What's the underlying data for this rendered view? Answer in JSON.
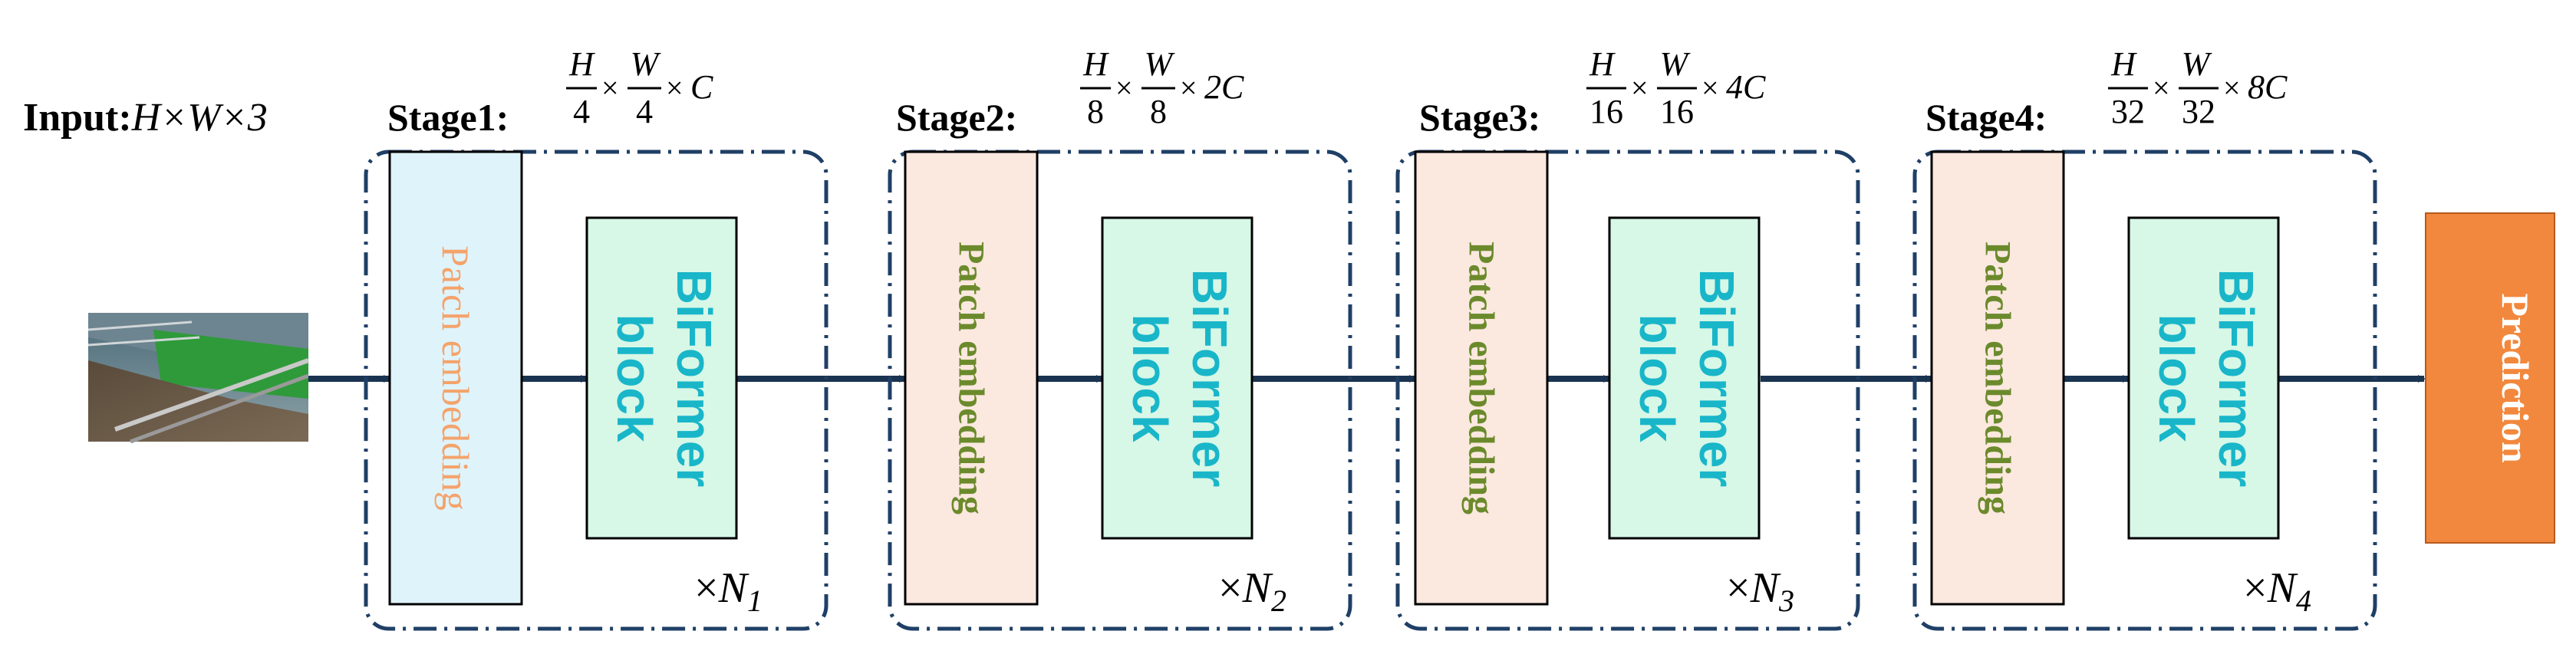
{
  "colors": {
    "dashed_border": "#1f3f66",
    "arrow": "#1a3350",
    "patch_embed_fill_stage1": "#dff3fb",
    "patch_embed_text_stage1": "#f4a36b",
    "patch_embed_fill": "#fbe8df",
    "patch_embed_text": "#6b8a2c",
    "biformer_fill": "#d7f7e7",
    "biformer_text": "#19b6c9",
    "prediction_fill": "#f2883d",
    "prediction_text": "#ffffff"
  },
  "input": {
    "prefix": "Input:",
    "dims": "H×W×3",
    "image_icon": "field-photo-icon"
  },
  "stages": [
    {
      "label": "Stage1:",
      "h_den": "4",
      "w_den": "4",
      "channels": "C",
      "patch_label": "Patch embedding",
      "block_label": "BiFormer block",
      "repeat_prefix": "×",
      "repeat_var": "N",
      "repeat_sub": "1"
    },
    {
      "label": "Stage2:",
      "h_den": "8",
      "w_den": "8",
      "channels": "2C",
      "patch_label": "Patch embedding",
      "block_label": "BiFormer block",
      "repeat_prefix": "×",
      "repeat_var": "N",
      "repeat_sub": "2"
    },
    {
      "label": "Stage3:",
      "h_den": "16",
      "w_den": "16",
      "channels": "4C",
      "patch_label": "Patch embedding",
      "block_label": "BiFormer block",
      "repeat_prefix": "×",
      "repeat_var": "N",
      "repeat_sub": "3"
    },
    {
      "label": "Stage4:",
      "h_den": "32",
      "w_den": "32",
      "channels": "8C",
      "patch_label": "Patch embedding",
      "block_label": "BiFormer block",
      "repeat_prefix": "×",
      "repeat_var": "N",
      "repeat_sub": "4"
    }
  ],
  "fraction_numerators": {
    "h": "H",
    "w": "W"
  },
  "times_symbol": "×",
  "prediction": {
    "label": "Prediction"
  }
}
